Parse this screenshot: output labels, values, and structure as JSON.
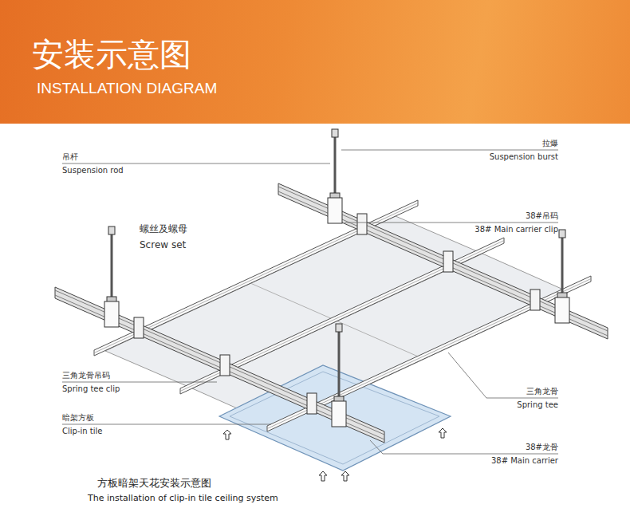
{
  "diagram": {
    "title": "安装示意图",
    "caption": "方板暗架天花安装示意图",
    "labels": [
      "INSTALLATION DIAGRAM",
      "吊杆",
      "Suspension rod",
      "拉爆",
      "Suspension burst",
      "38#吊码",
      "38# Main carrier clip",
      "螺丝及螺母",
      "Screw set",
      "三角龙骨吊码",
      "Spring tee clip",
      "暗架方板",
      "Clip-in tile",
      "三角龙骨",
      "Spring tee",
      "38#龙骨",
      "38# Main carrier",
      "The installation of clip-in tile ceiling system"
    ]
  }
}
